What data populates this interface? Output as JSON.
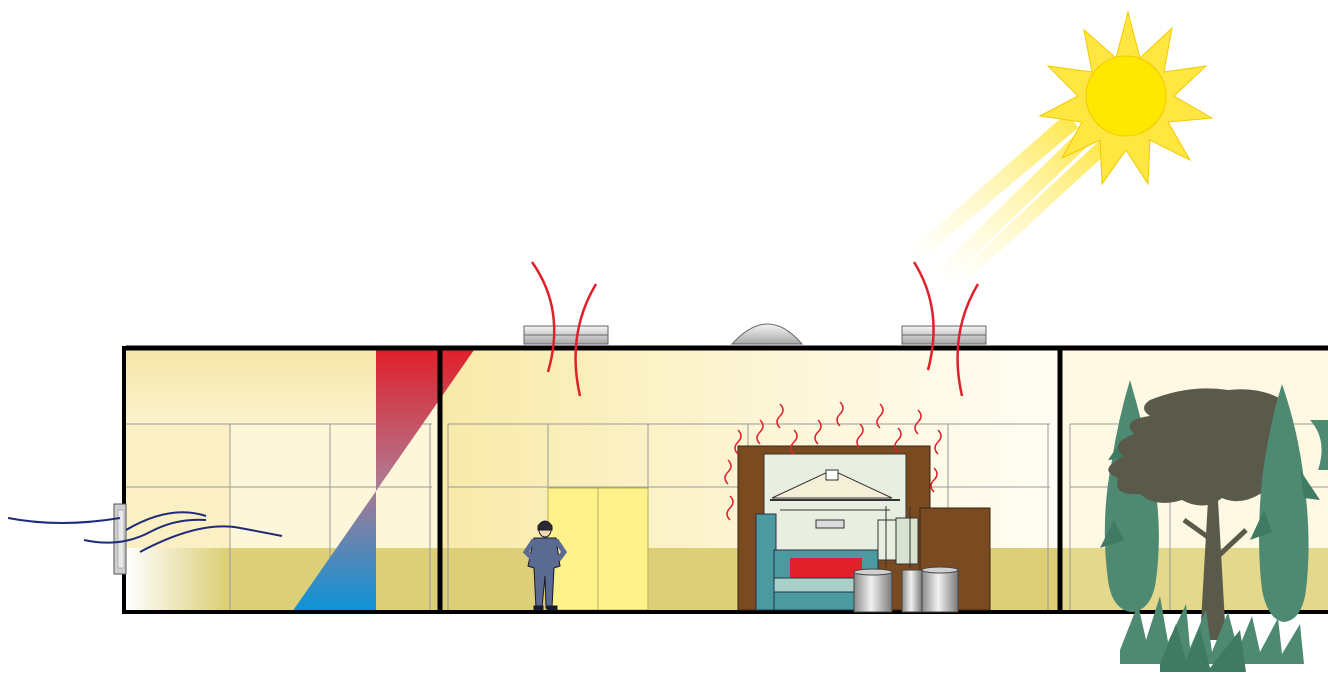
{
  "scene": {
    "type": "building-heat-sources-illustration",
    "elements": [
      "sun-icon",
      "skylight",
      "roof-dome",
      "wall-fan",
      "air-flow",
      "temperature-gradient",
      "worker-figure",
      "industrial-machine",
      "heat-waves",
      "trees",
      "grass"
    ]
  },
  "colors": {
    "wall_light": "#fdf6d8",
    "wall_mid": "#f7eab0",
    "wall_lower": "#dccf78",
    "gradient_hot": "#e0202a",
    "gradient_cold": "#0a94d8",
    "heat_wave": "#e0202a",
    "air_flow": "#1f2a7a",
    "sun_core": "#ffe800",
    "sun_rays": "#ffe640",
    "machine_brown": "#7a4a20",
    "machine_teal": "#4a9aa0",
    "machine_red": "#e0202a",
    "tree_green": "#4e8a72",
    "tree_dark": "#5a5a4a",
    "door_yellow": "#fff28a",
    "outline": "#000000"
  }
}
